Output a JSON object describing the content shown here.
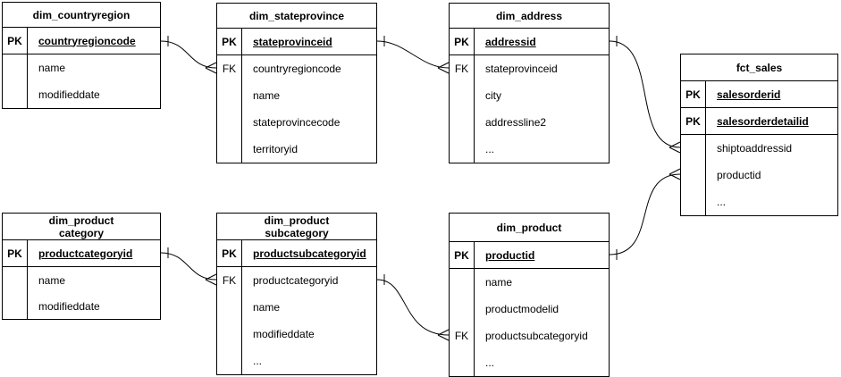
{
  "diagram": {
    "colors": {
      "line": "#000000",
      "background": "#ffffff",
      "text": "#000000"
    },
    "tables": [
      {
        "id": "dim_countryregion",
        "title": "dim_countryregion",
        "keys": [
          {
            "tag": "PK",
            "name": "countryregioncode"
          }
        ],
        "columns": [
          {
            "tag": "",
            "name": "name"
          },
          {
            "tag": "",
            "name": "modifieddate"
          }
        ]
      },
      {
        "id": "dim_stateprovince",
        "title": "dim_stateprovince",
        "keys": [
          {
            "tag": "PK",
            "name": "stateprovinceid"
          }
        ],
        "columns": [
          {
            "tag": "FK",
            "name": "countryregioncode"
          },
          {
            "tag": "",
            "name": "name"
          },
          {
            "tag": "",
            "name": "stateprovincecode"
          },
          {
            "tag": "",
            "name": "territoryid"
          }
        ]
      },
      {
        "id": "dim_address",
        "title": "dim_address",
        "keys": [
          {
            "tag": "PK",
            "name": "addressid"
          }
        ],
        "columns": [
          {
            "tag": "FK",
            "name": "stateprovinceid"
          },
          {
            "tag": "",
            "name": "city"
          },
          {
            "tag": "",
            "name": "addressline2"
          },
          {
            "tag": "",
            "name": "..."
          }
        ]
      },
      {
        "id": "fct_sales",
        "title": "fct_sales",
        "keys": [
          {
            "tag": "PK",
            "name": "salesorderid"
          },
          {
            "tag": "PK",
            "name": "salesorderdetailid"
          }
        ],
        "columns": [
          {
            "tag": "",
            "name": "shiptoaddressid"
          },
          {
            "tag": "",
            "name": "productid"
          },
          {
            "tag": "",
            "name": "..."
          }
        ]
      },
      {
        "id": "dim_productcategory",
        "title": "dim_product\ncategory",
        "keys": [
          {
            "tag": "PK",
            "name": "productcategoryid"
          }
        ],
        "columns": [
          {
            "tag": "",
            "name": "name"
          },
          {
            "tag": "",
            "name": "modifieddate"
          }
        ]
      },
      {
        "id": "dim_productsubcategory",
        "title": "dim_product\nsubcategory",
        "keys": [
          {
            "tag": "PK",
            "name": "productsubcategoryid"
          }
        ],
        "columns": [
          {
            "tag": "FK",
            "name": "productcategoryid"
          },
          {
            "tag": "",
            "name": "name"
          },
          {
            "tag": "",
            "name": "modifieddate"
          },
          {
            "tag": "",
            "name": "..."
          }
        ]
      },
      {
        "id": "dim_product",
        "title": "dim_product",
        "keys": [
          {
            "tag": "PK",
            "name": "productid"
          }
        ],
        "columns": [
          {
            "tag": "",
            "name": "name"
          },
          {
            "tag": "",
            "name": "productmodelid"
          },
          {
            "tag": "FK",
            "name": "productsubcategoryid"
          },
          {
            "tag": "",
            "name": "..."
          }
        ]
      }
    ],
    "relationships": [
      {
        "from_table": "dim_countryregion",
        "from_column": "countryregioncode",
        "to_table": "dim_stateprovince",
        "to_column": "countryregioncode",
        "cardinality": "one-to-many",
        "source_marker": "one",
        "target_marker": "many"
      },
      {
        "from_table": "dim_stateprovince",
        "from_column": "stateprovinceid",
        "to_table": "dim_address",
        "to_column": "stateprovinceid",
        "cardinality": "one-to-many",
        "source_marker": "one",
        "target_marker": "many"
      },
      {
        "from_table": "dim_address",
        "from_column": "addressid",
        "to_table": "fct_sales",
        "to_column": "shiptoaddressid",
        "cardinality": "one-to-many",
        "source_marker": "one",
        "target_marker": "many"
      },
      {
        "from_table": "dim_product",
        "from_column": "productid",
        "to_table": "fct_sales",
        "to_column": "productid",
        "cardinality": "one-to-many",
        "source_marker": "one",
        "target_marker": "many"
      },
      {
        "from_table": "dim_productcategory",
        "from_column": "productcategoryid",
        "to_table": "dim_productsubcategory",
        "to_column": "productcategoryid",
        "cardinality": "one-to-many",
        "source_marker": "one",
        "target_marker": "many"
      },
      {
        "from_table": "dim_productsubcategory",
        "from_column": "productsubcategoryid",
        "to_table": "dim_product",
        "to_column": "productsubcategoryid",
        "cardinality": "one-to-many",
        "source_marker": "one",
        "target_marker": "many"
      }
    ]
  }
}
